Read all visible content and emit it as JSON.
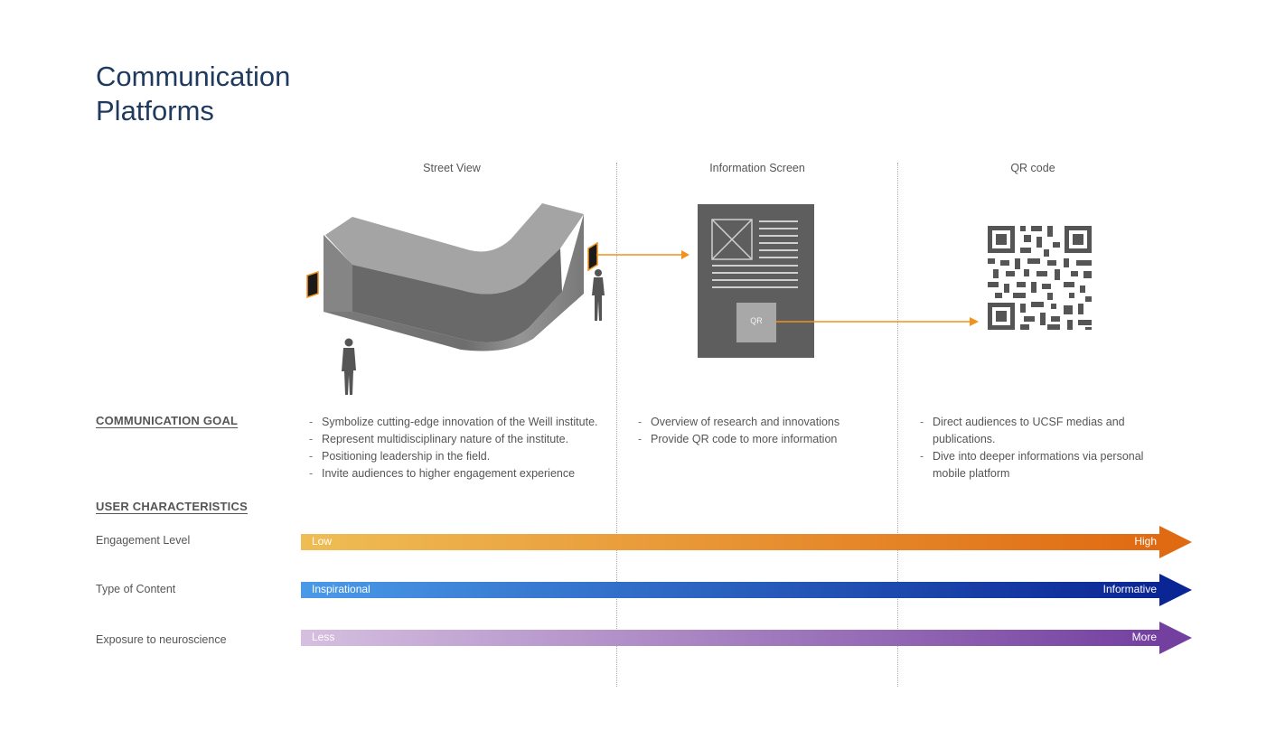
{
  "title": {
    "line1": "Communication",
    "line2": "Platforms"
  },
  "columns": {
    "street_view": "Street View",
    "info_screen": "Information Screen",
    "qr_code": "QR code"
  },
  "qr_placeholder_label": "QR",
  "sections": {
    "communication_goal": "COMMUNICATION GOAL",
    "user_characteristics": "USER CHARACTERISTICS"
  },
  "goals": {
    "street_view": [
      "Symbolize cutting-edge innovation of the Weill institute.",
      "Represent multidisciplinary nature of the institute.",
      "Positioning leadership in the field.",
      "Invite audiences to higher engagement experience"
    ],
    "info_screen": [
      "Overview of research and innovations",
      "Provide QR code to more information"
    ],
    "qr_code": [
      "Direct audiences to UCSF medias and publications.",
      "Dive into deeper informations via personal mobile platform"
    ]
  },
  "characteristics": [
    {
      "label": "Engagement Level",
      "low": "Low",
      "high": "High",
      "color_start": "#efbd55",
      "color_end": "#e06a12"
    },
    {
      "label": "Type of Content",
      "low": "Inspirational",
      "high": "Informative",
      "color_start": "#4a9ae8",
      "color_end": "#0a2594"
    },
    {
      "label": "Exposure to neuroscience",
      "low": "Less",
      "high": "More",
      "color_start": "#d6bfe0",
      "color_end": "#7440a0"
    }
  ],
  "colors": {
    "title": "#1f3a5f",
    "accent_arrow": "#f0921c",
    "screen_panel": "#5e5e5e",
    "building": "#7a7a7a"
  },
  "icons": [
    "building-model-icon",
    "person-silhouette-icon",
    "info-screen-mockup-icon",
    "qr-code-icon",
    "arrow-right-icon"
  ]
}
